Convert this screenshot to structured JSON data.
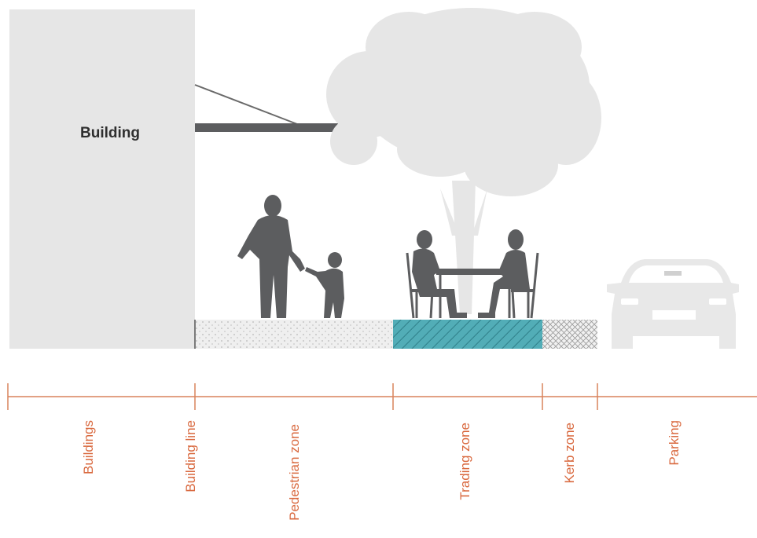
{
  "diagram": {
    "building_label": "Building",
    "zones": [
      {
        "id": "buildings",
        "label": "Buildings"
      },
      {
        "id": "building-line",
        "label": "Building line"
      },
      {
        "id": "pedestrian-zone",
        "label": "Pedestrian zone"
      },
      {
        "id": "trading-zone",
        "label": "Trading zone"
      },
      {
        "id": "kerb-zone",
        "label": "Kerb zone"
      },
      {
        "id": "parking",
        "label": "Parking"
      }
    ],
    "colors": {
      "building": "#e6e6e6",
      "silhouette": "#5c5d5f",
      "tree": "#e6e6e6",
      "trading_fill": "#4da8b2",
      "pedestrian_fill": "#ececec",
      "kerb_fill": "#eeeeee",
      "axis": "#d9825b",
      "label": "#d9693f",
      "car": "#e8e8e8"
    },
    "icons": [
      "woman-walking-icon",
      "child-icon",
      "seated-man-icon",
      "seated-woman-icon",
      "cafe-table-icon",
      "tree-icon",
      "car-icon",
      "awning-icon"
    ]
  }
}
